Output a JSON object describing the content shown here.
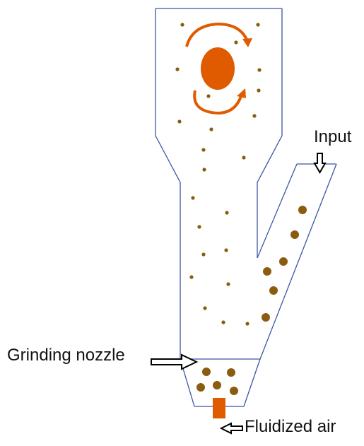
{
  "labels": {
    "input": "Input",
    "grinding_nozzle": "Grinding nozzle",
    "fluidized_air": "Fluidized air"
  },
  "colors": {
    "outline": "#3a55a5",
    "particle": "#8a5c10",
    "accent": "#e05a00",
    "arrow_fill": "#ffffff",
    "arrow_stroke": "#000000"
  },
  "icons": {
    "rotation": "circular-arrows-icon",
    "input": "down-arrow-icon",
    "nozzle": "right-arrow-icon",
    "air": "left-arrow-icon"
  }
}
